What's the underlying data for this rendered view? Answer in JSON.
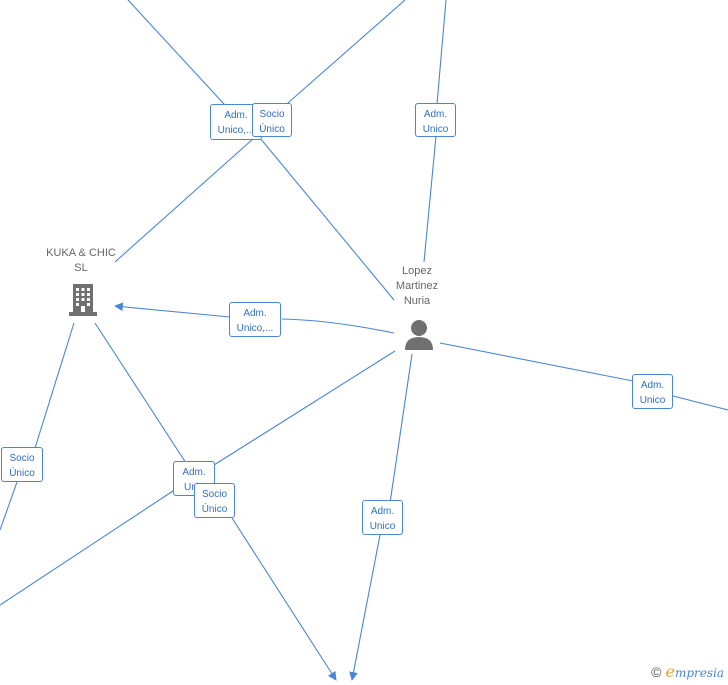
{
  "nodes": {
    "company": {
      "name": "KUKA & CHIC\nSL",
      "icon": "building-icon"
    },
    "person": {
      "name": "Lopez\nMartinez\nNuria",
      "icon": "person-icon"
    }
  },
  "edge_labels": [
    {
      "id": "top-left-adm",
      "text": "Adm.\nUnico,..."
    },
    {
      "id": "top-left-socio",
      "text": "Socio\nÚnico"
    },
    {
      "id": "top-right-adm",
      "text": "Adm.\nUnico"
    },
    {
      "id": "middle-adm",
      "text": "Adm.\nUnico,..."
    },
    {
      "id": "right-adm",
      "text": "Adm.\nUnico"
    },
    {
      "id": "left-socio",
      "text": "Socio\nÚnico"
    },
    {
      "id": "bottom-adm-partial",
      "text": "Adm.\nUnic"
    },
    {
      "id": "bottom-socio",
      "text": "Socio\nÚnico"
    },
    {
      "id": "bottom-right-adm",
      "text": "Adm.\nUnico"
    }
  ],
  "brand": {
    "copyright": "©",
    "e": "e",
    "name": "mpresia"
  },
  "colors": {
    "edge": "#4a86d4",
    "label_text": "#2f6fc4",
    "node_text": "#666666",
    "icon": "#707070"
  }
}
